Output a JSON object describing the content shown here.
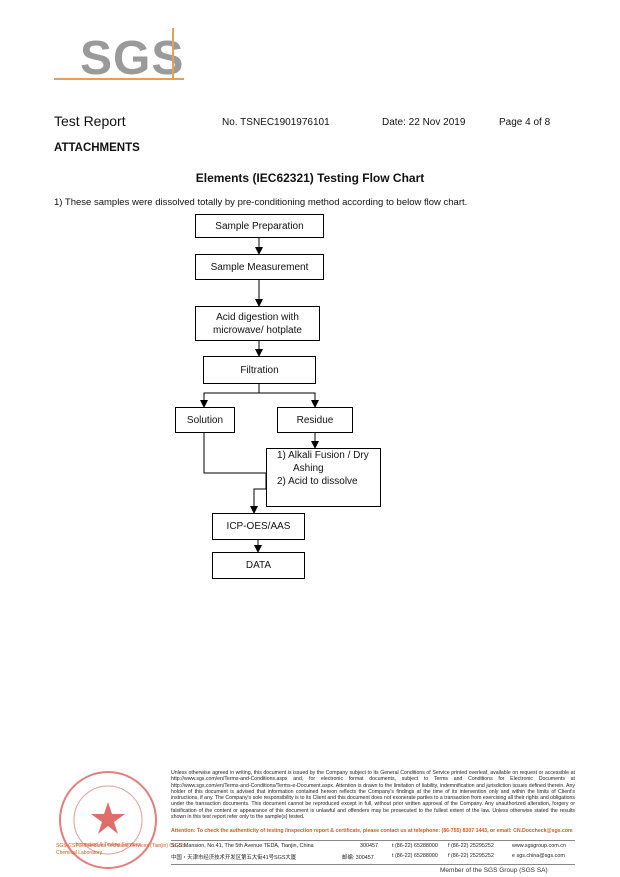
{
  "logo": {
    "text": "SGS",
    "line_color": "#e2a05a"
  },
  "header": {
    "title": "Test Report",
    "report_no": "No. TSNEC1901976101",
    "date": "Date: 22 Nov 2019",
    "page": "Page 4 of 8"
  },
  "section": "ATTACHMENTS",
  "chart_title": "Elements (IEC62321) Testing Flow Chart",
  "note": "1) These samples were dissolved totally by pre-conditioning method according to below flow chart.",
  "flow": {
    "sample_preparation": "Sample Preparation",
    "sample_measurement": "Sample Measurement",
    "acid_digestion_1": "Acid digestion with",
    "acid_digestion_2": "microwave/ hotplate",
    "filtration": "Filtration",
    "solution": "Solution",
    "residue": "Residue",
    "alkali_1": "1) Alkali Fusion / Dry",
    "alkali_2": "Ashing",
    "alkali_3": "2) Acid to dissolve",
    "icp": "ICP-OES/AAS",
    "data": "DATA"
  },
  "footer": {
    "legal": "Unless otherwise agreed in writing, this document is issued by the Company subject to its General Conditions of Service printed overleaf, available on request or accessible at http://www.sgs.com/en/Terms-and-Conditions.aspx and, for electronic format documents, subject to Terms and Conditions for Electronic Documents at http://www.sgs.com/en/Terms-and-Conditions/Terms-e-Document.aspx. Attention is drawn to the limitation of liability, indemnification and jurisdiction issues defined therein. Any holder of this document is advised that information contained hereon reflects the Company's findings at the time of its intervention only and within the limits of Client's instructions, if any. The Company's sole responsibility is to its Client and this document does not exonerate parties to a transaction from exercising all their rights and obligations under the transaction documents. This document cannot be reproduced except in full, without prior written approval of the Company. Any unauthorized alteration, forgery or falsification of the content or appearance of this document is unlawful and offenders may be prosecuted to the fullest extent of the law. Unless otherwise stated the results shown in this test report refer only to the sample(s) tested.",
    "attention": "Attention: To check the authenticity of testing /inspection report & certificate, please contact us at telephone: (86-755) 8307 1443, or email: CN.Doccheck@sgs.com",
    "addr_en": "SGS Mansion, No.41, The 5th Avenue TEDA, Tianjin, China",
    "zip_en": "300457",
    "phone_en": "t (86-22) 65288000",
    "fax_en": "f (86-22) 25295252",
    "web": "www.sgsgroup.com.cn",
    "addr_cn": "中国・天津市经济技术开发区第五大街41号SGS大厦",
    "zip_cn": "邮编: 300457",
    "phone_cn": "t (86-22) 65288000",
    "fax_cn": "f (86-22) 25295252",
    "email": "e sgs.china@sgs.com",
    "member": "Member of the SGS Group (SGS SA)",
    "lab_1": "SGS-CSTC Standards Technical Services (Tianjin) Co.,Ltd.",
    "lab_2": "Chemical Laboratory",
    "seal_label": "Inspection & Testing Services",
    "seal_color": "#d9534f"
  }
}
